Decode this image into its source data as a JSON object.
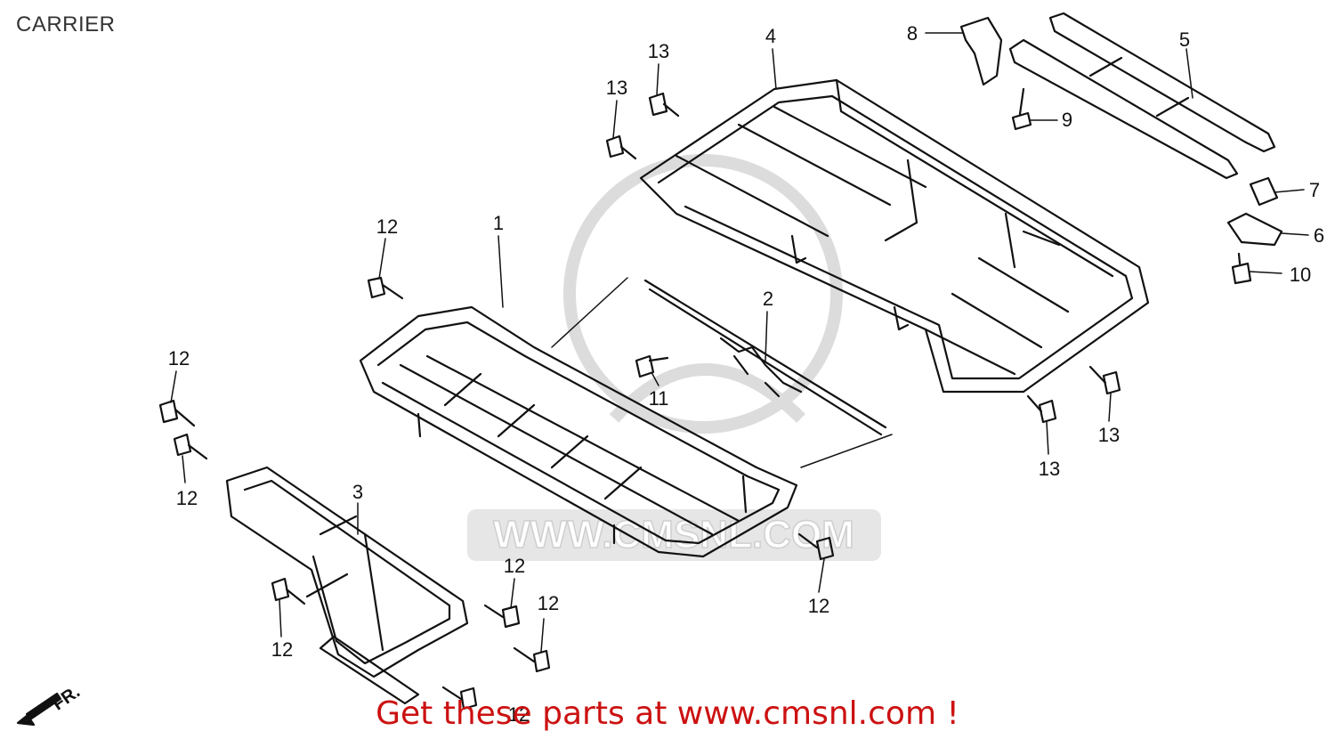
{
  "diagram": {
    "title": "CARRIER",
    "promo_text": "Get these parts at www.cmsnl.com !",
    "watermark_text": "WWW.CMSNL.COM",
    "direction_label": "FR.",
    "colors": {
      "line": "#111111",
      "promo": "#cc1111",
      "watermark": "#d9d9d9",
      "title": "#333333"
    },
    "callouts": [
      {
        "id": "c1",
        "label": "1"
      },
      {
        "id": "c2",
        "label": "2"
      },
      {
        "id": "c3",
        "label": "3"
      },
      {
        "id": "c4",
        "label": "4"
      },
      {
        "id": "c5",
        "label": "5"
      },
      {
        "id": "c6",
        "label": "6"
      },
      {
        "id": "c7",
        "label": "7"
      },
      {
        "id": "c8",
        "label": "8"
      },
      {
        "id": "c9",
        "label": "9"
      },
      {
        "id": "c10",
        "label": "10"
      },
      {
        "id": "c11",
        "label": "11"
      },
      {
        "id": "c12a",
        "label": "12"
      },
      {
        "id": "c12b",
        "label": "12"
      },
      {
        "id": "c12c",
        "label": "12"
      },
      {
        "id": "c12d",
        "label": "12"
      },
      {
        "id": "c12e",
        "label": "12"
      },
      {
        "id": "c12f",
        "label": "12"
      },
      {
        "id": "c12g",
        "label": "12"
      },
      {
        "id": "c12h",
        "label": "12"
      },
      {
        "id": "c13a",
        "label": "13"
      },
      {
        "id": "c13b",
        "label": "13"
      },
      {
        "id": "c13c",
        "label": "13"
      },
      {
        "id": "c13d",
        "label": "13"
      }
    ]
  }
}
